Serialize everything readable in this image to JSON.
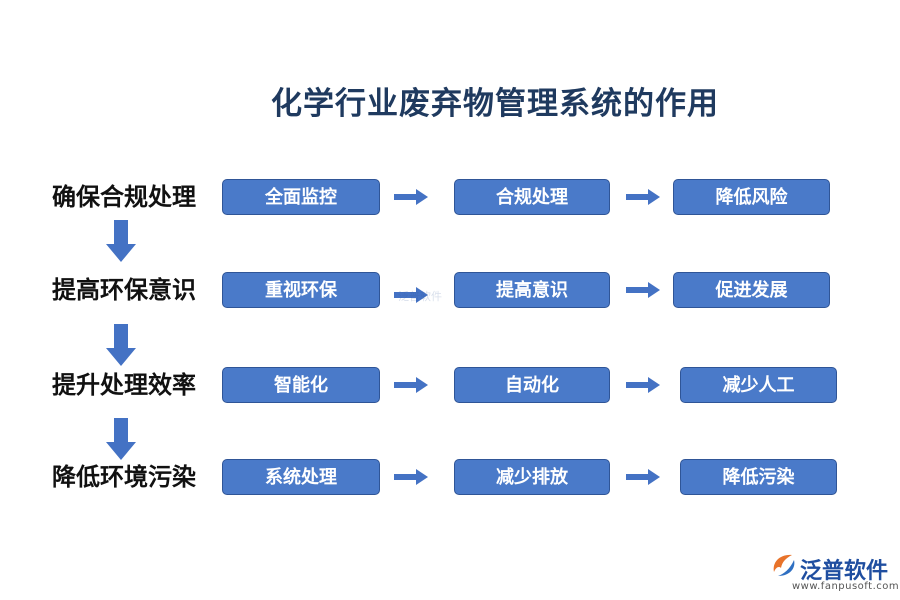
{
  "title": "化学行业废弃物管理系统的作用",
  "rows": [
    {
      "label": "确保合规处理",
      "steps": [
        "全面监控",
        "合规处理",
        "降低风险"
      ]
    },
    {
      "label": "提高环保意识",
      "steps": [
        "重视环保",
        "提高意识",
        "促进发展"
      ]
    },
    {
      "label": "提升处理效率",
      "steps": [
        "智能化",
        "自动化",
        "减少人工"
      ]
    },
    {
      "label": "降低环境污染",
      "steps": [
        "系统处理",
        "减少排放",
        "降低污染"
      ]
    }
  ],
  "watermark": "泛普软件",
  "logo": {
    "name": "泛普软件",
    "url": "www.fanpusoft.com"
  },
  "colors": {
    "box_fill": "#4a7ac9",
    "box_border": "#2f5597",
    "arrow": "#4472c4",
    "title": "#1f3a5f"
  }
}
